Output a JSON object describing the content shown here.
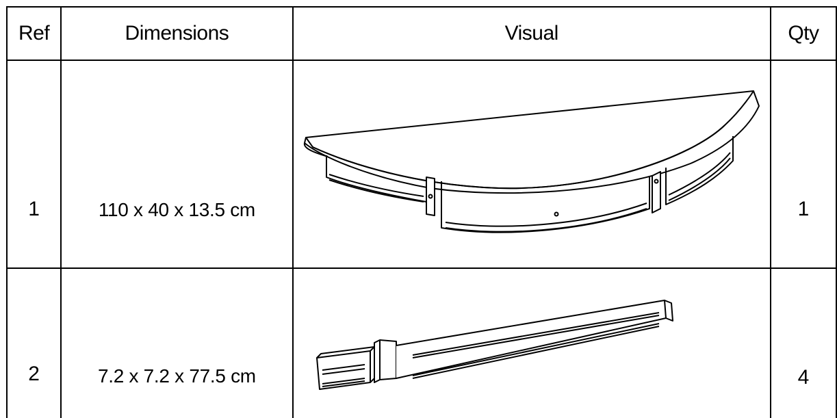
{
  "table": {
    "headers": {
      "ref": "Ref",
      "dimensions": "Dimensions",
      "visual": "Visual",
      "qty": "Qty"
    },
    "rows": [
      {
        "ref": "1",
        "dimensions": "110 x 40 x 13.5 cm",
        "visual": "half-round-tabletop-illustration",
        "qty": "1"
      },
      {
        "ref": "2",
        "dimensions": "7.2 x 7.2 x 77.5 cm",
        "visual": "tapered-leg-illustration",
        "qty": "4"
      }
    ]
  }
}
